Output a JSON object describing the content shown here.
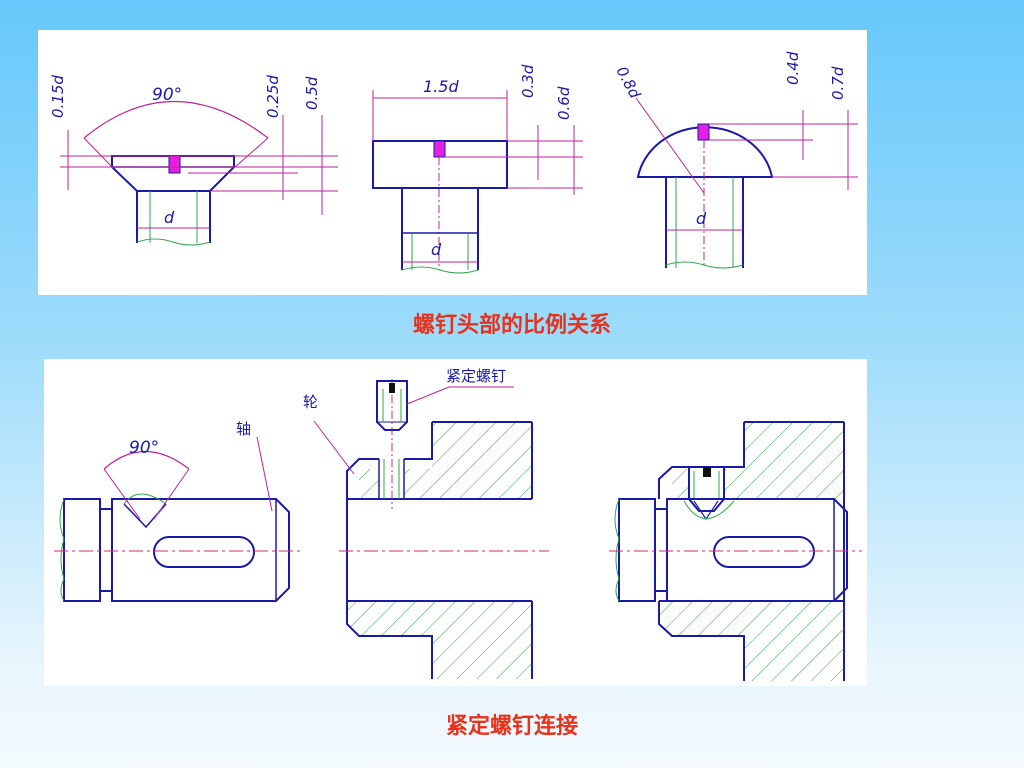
{
  "slide": {
    "top_caption": "螺钉头部的比例关系",
    "bottom_caption": "紧定螺钉连接"
  },
  "top_drawing": {
    "countersunk": {
      "angle": "90°",
      "dim_head": "0.15d",
      "dim_slot": "0.25d",
      "dim_depth": "0.5d",
      "shank": "d"
    },
    "cheese_head": {
      "head_width": "1.5d",
      "dim_slot": "0.3d",
      "dim_height": "0.6d",
      "shank": "d"
    },
    "round_head": {
      "radius": "0.8d",
      "dim_slot": "0.4d",
      "dim_height": "0.7d",
      "shank": "d"
    }
  },
  "bottom_drawing": {
    "angle": "90°",
    "shaft_label": "轴",
    "wheel_label": "轮",
    "set_screw_label": "紧定螺钉"
  },
  "colors": {
    "outline": "#1a1aa8",
    "dimension": "#c0229a",
    "center_line": "#d4287a",
    "section_hatch": "#2ea84a",
    "slot_fill": "#e81ee0",
    "caption": "#e8321b"
  }
}
